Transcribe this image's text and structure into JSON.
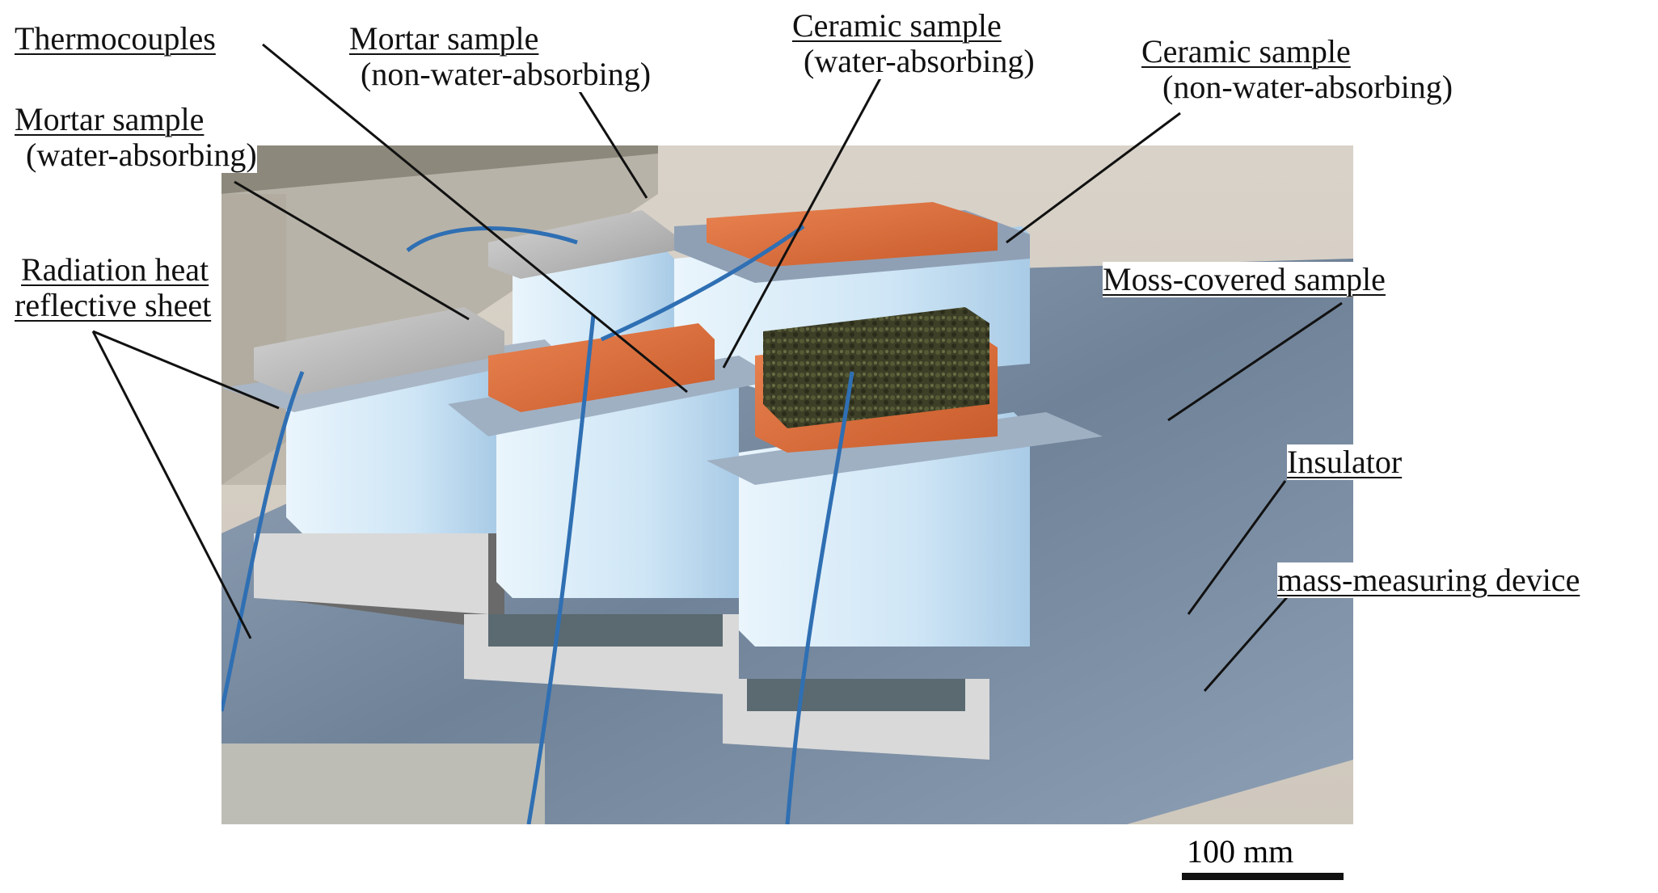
{
  "figure": {
    "labels": {
      "thermocouples": "Thermocouples",
      "mortar_non_absorbing_1": "Mortar sample",
      "mortar_non_absorbing_2": "(non-water-absorbing)",
      "ceramic_absorbing_1": "Ceramic sample",
      "ceramic_absorbing_2": "(water-absorbing)",
      "ceramic_non_absorbing_1": "Ceramic sample",
      "ceramic_non_absorbing_2": "(non-water-absorbing)",
      "mortar_absorbing_1": "Mortar sample",
      "mortar_absorbing_2": "(water-absorbing)",
      "radiation_1": "Radiation heat",
      "radiation_2": "reflective sheet",
      "moss": "Moss-covered sample",
      "insulator": "Insulator",
      "mass_device": "mass-measuring device"
    },
    "scale_bar": {
      "label": "100 mm"
    },
    "colors": {
      "ceramic": "#e0723c",
      "mortar": "#c9c9c9",
      "insulator": "#d8ecf8",
      "reflective_sheet": "#7d8fa3",
      "moss": "#3a3a24",
      "wire": "#2f6fb3"
    }
  }
}
